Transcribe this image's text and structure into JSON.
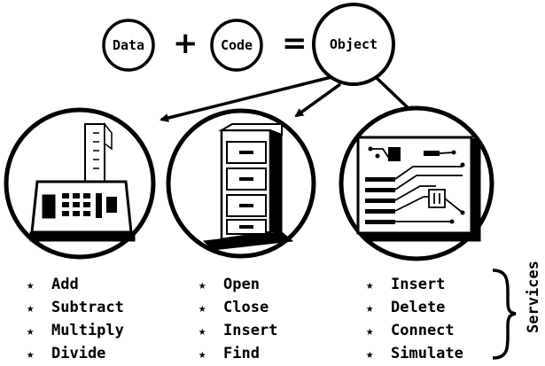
{
  "equation": {
    "left_term": "Data",
    "plus_sign": "+",
    "middle_term": "Code",
    "equals_sign": "=",
    "result_term": "Object"
  },
  "service_groups": [
    {
      "items": [
        "Add",
        "Subtract",
        "Multiply",
        "Divide"
      ]
    },
    {
      "items": [
        "Open",
        "Close",
        "Insert",
        "Find"
      ]
    },
    {
      "items": [
        "Insert",
        "Delete",
        "Connect",
        "Simulate"
      ]
    }
  ],
  "bullet_glyph": "★",
  "brace_label": "Services"
}
